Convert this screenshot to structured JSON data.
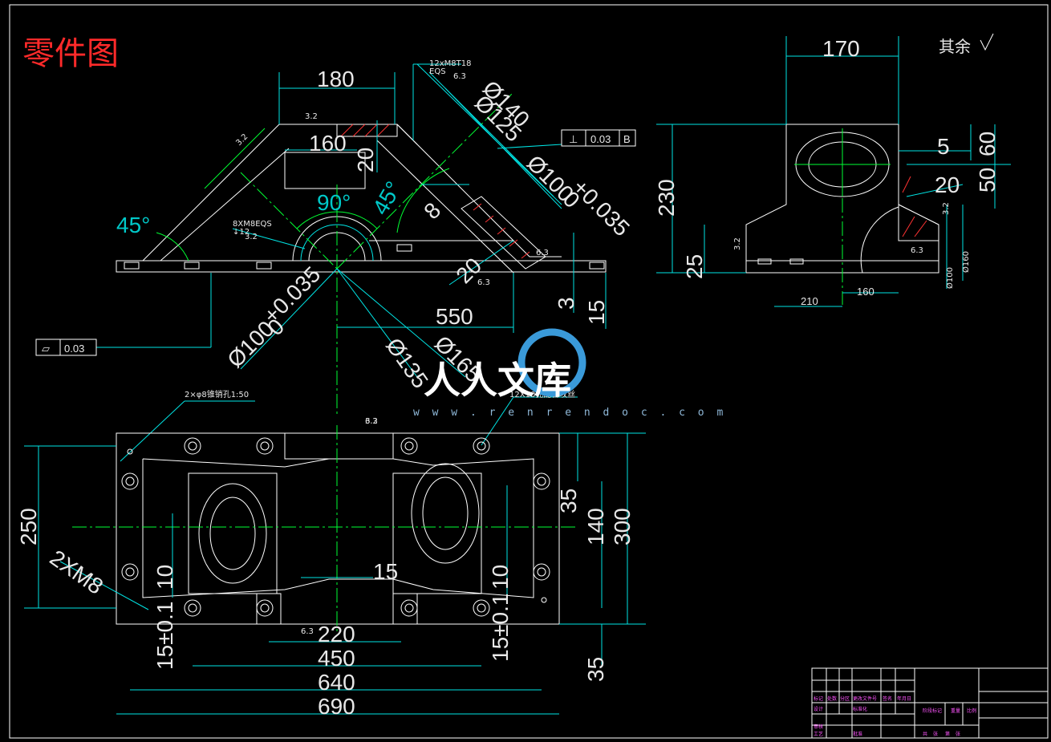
{
  "title": "零件图",
  "roughness_note": "其余",
  "watermark": {
    "text": "人人文库",
    "url": "w w w . r e n r e n d o c . c o m"
  },
  "front_view": {
    "dims": [
      "180",
      "160",
      "20",
      "8",
      "20",
      "550",
      "3",
      "15",
      "45°",
      "45°",
      "90°"
    ],
    "diameters": {
      "d140": "Ø140",
      "d125": "Ø125",
      "d100_top": "Ø100",
      "d100_top_tol": "+0.035",
      "d100_top_tol_low": "0",
      "d100_left": "Ø100",
      "d100_left_tol": "+0.035",
      "d100_left_tol_low": "0",
      "d135": "Ø135",
      "d165": "Ø165"
    },
    "perp_tol": {
      "symbol": "⊥",
      "value": "0.03",
      "datum": "B"
    },
    "flat_tol": {
      "symbol": "▱",
      "value": "0.03"
    },
    "notes": {
      "holes_top": "12xM8T18",
      "holes_top_2": "EQS",
      "holes_left": "8XM8EQS",
      "holes_left_2": "↓12"
    },
    "roughness": [
      "3.2",
      "3.2",
      "6.3",
      "3.2",
      "6.3",
      "6.3",
      "6.3"
    ]
  },
  "side_view": {
    "dims": [
      "170",
      "5",
      "60",
      "20",
      "50",
      "230",
      "25",
      "210",
      "160",
      "Ø100",
      "Ø160"
    ],
    "roughness": [
      "3.2",
      "3.2",
      "6.3"
    ]
  },
  "plan_view": {
    "dims": [
      "250",
      "35",
      "140",
      "300",
      "10",
      "15",
      "10",
      "220",
      "450",
      "640",
      "690",
      "35"
    ],
    "tol_labels": [
      "15±0.1",
      "15±0.1"
    ],
    "notes": {
      "pin_holes": "2×φ8锥销孔1:50",
      "holes": "12X10孔配合攻丝",
      "thread": "2XM8"
    },
    "roughness": [
      "3.2",
      "6.3"
    ]
  },
  "title_block": {
    "row1": [
      "标记",
      "处数",
      "分区",
      "更改文件号",
      "签名",
      "年月日"
    ],
    "row2": [
      "设计",
      "",
      "标准化",
      "",
      "",
      ""
    ],
    "right1": [
      "阶段标记",
      "重量",
      "比例"
    ],
    "row3": [
      "审核",
      ""
    ],
    "row4": [
      "工艺",
      "",
      "批准",
      ""
    ],
    "right2": [
      "共",
      "张",
      "第",
      "张"
    ]
  },
  "colors": {
    "outline": "#ffffff",
    "dimension": "#00e5e5",
    "center": "#00ff33",
    "title": "#ff2a2a",
    "hatch": "#ff3333",
    "title_block": "#ff55ff"
  }
}
